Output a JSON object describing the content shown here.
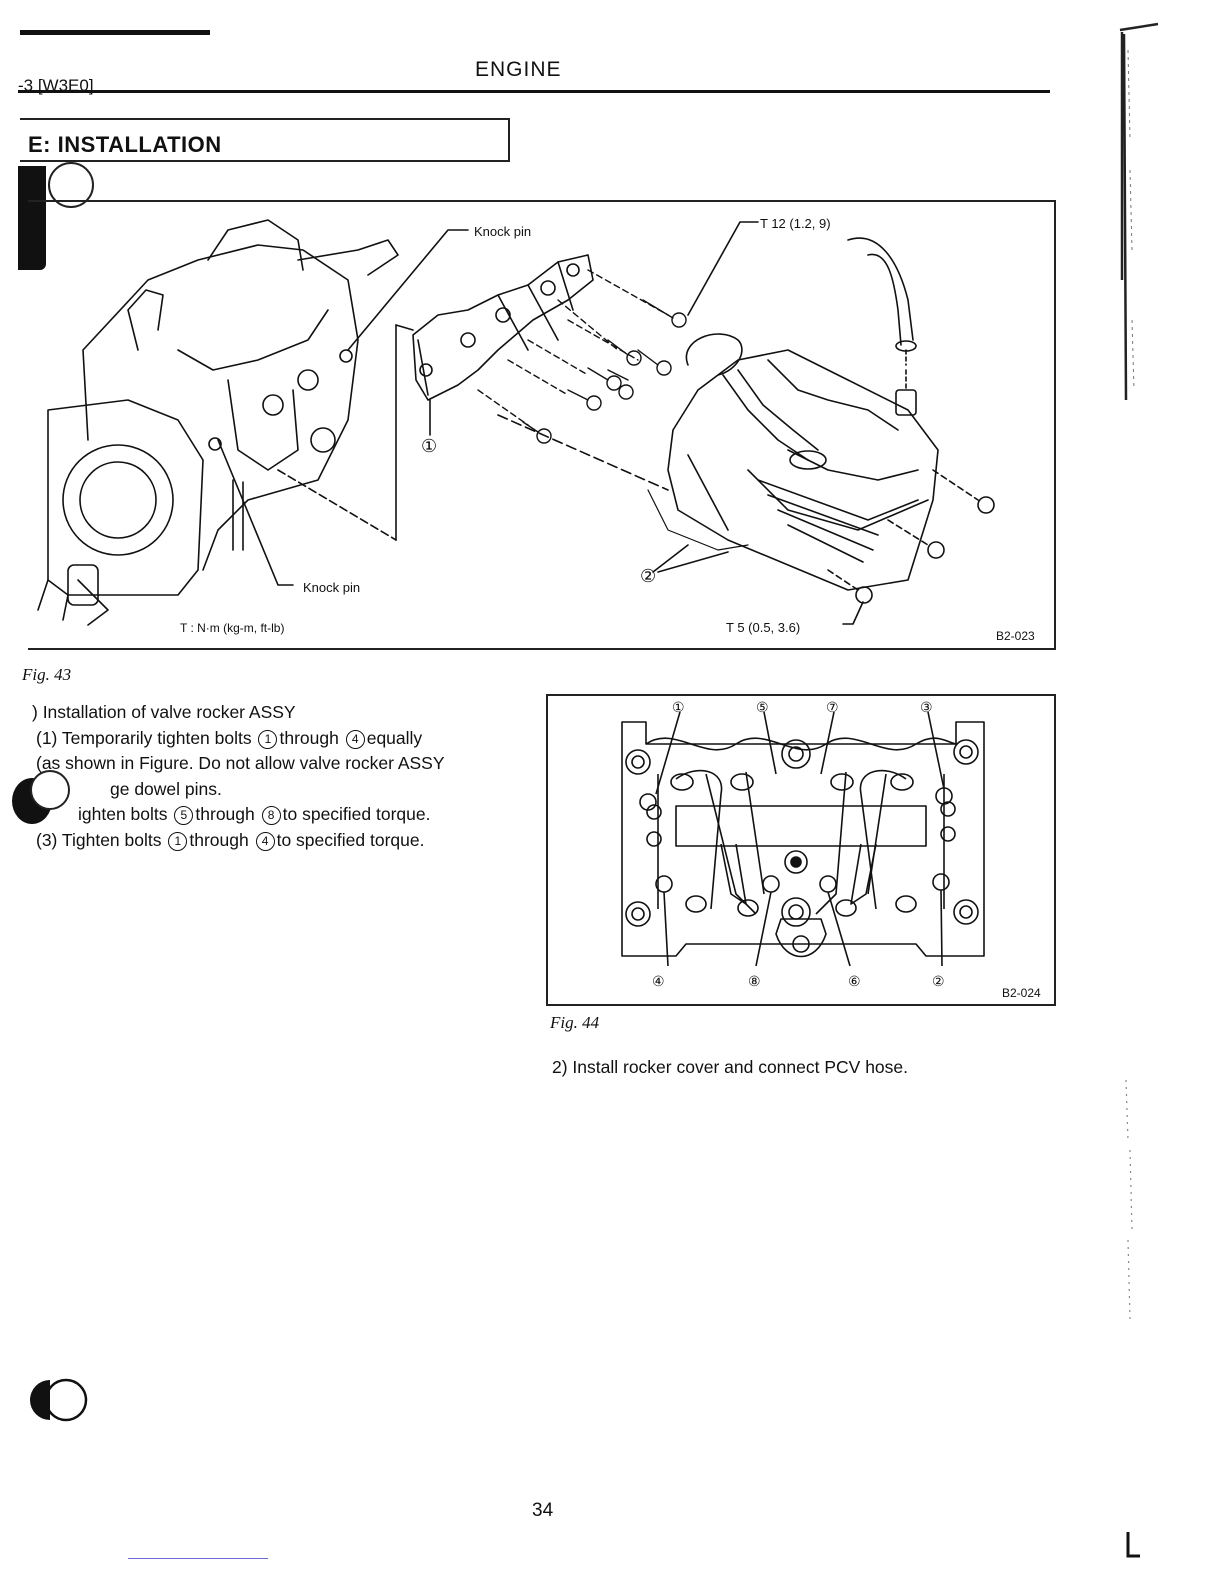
{
  "header": {
    "section_ref": "-3 [W3E0]",
    "title": "ENGINE"
  },
  "section": {
    "title": "E: INSTALLATION"
  },
  "figure43": {
    "caption": "Fig. 43",
    "code": "B2-023",
    "label_knock_pin_top": "Knock pin",
    "label_knock_pin_bottom": "Knock pin",
    "torque_top": "T 12 (1.2, 9)",
    "torque_bottom": "T 5 (0.5, 3.6)",
    "torque_units": "T : N·m (kg-m, ft-lb)",
    "callout_1": "①",
    "callout_2": "②"
  },
  "figure44": {
    "caption": "Fig. 44",
    "code": "B2-024",
    "top_callouts": [
      "①",
      "⑤",
      "⑦",
      "③"
    ],
    "bottom_callouts": [
      "④",
      "⑧",
      "⑥",
      "②"
    ]
  },
  "steps": {
    "s1_title": ") Installation of valve rocker ASSY",
    "s1a_pre": "(1) Temporarily tighten bolts",
    "s1a_n1": "1",
    "s1a_mid": "through",
    "s1a_n2": "4",
    "s1a_post": "equally",
    "s1a_line2": "(as shown in Figure. Do not allow valve rocker ASSY",
    "s1a_line3": "ge dowel pins.",
    "s1b_pre": "ighten bolts",
    "s1b_n1": "5",
    "s1b_mid": "through",
    "s1b_n2": "8",
    "s1b_post": "to specified torque.",
    "s1c_pre": "(3) Tighten bolts",
    "s1c_n1": "1",
    "s1c_mid": "through",
    "s1c_n2": "4",
    "s1c_post": "to specified torque.",
    "s2": "2) Install rocker cover and connect PCV hose."
  },
  "footer": {
    "page_number": "34"
  }
}
